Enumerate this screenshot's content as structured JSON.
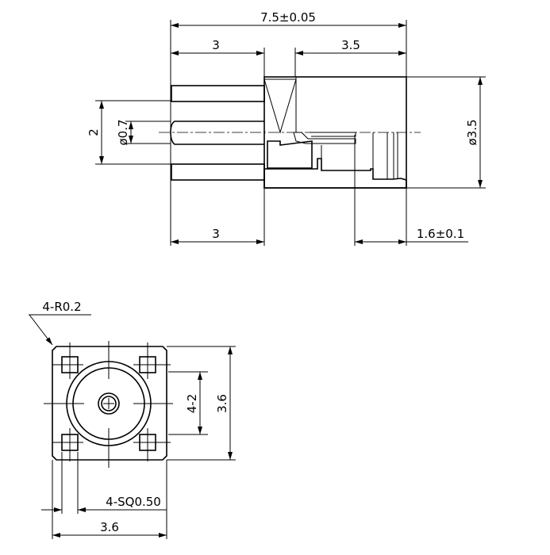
{
  "side_view": {
    "overall_length": "7.5±0.05",
    "pin_length_top": "3",
    "body_front": "3.5",
    "pin_pitch": "2",
    "pin_diameter": "ø0.7",
    "body_diameter": "ø3.5",
    "pin_length_bottom": "3",
    "flange": "1.6±0.1"
  },
  "bottom_view": {
    "corner_radius": "4-R0.2",
    "pad_pitch": "4-2",
    "height": "3.6",
    "pad_size": "4-SQ0.50",
    "width": "3.6"
  }
}
